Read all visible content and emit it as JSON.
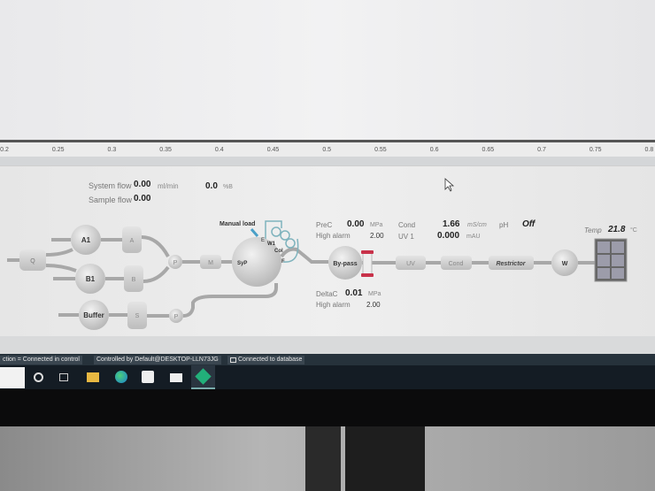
{
  "axis": {
    "ticks": [
      "0.2",
      "0.25",
      "0.3",
      "0.35",
      "0.4",
      "0.45",
      "0.5",
      "0.55",
      "0.6",
      "0.65",
      "0.7",
      "0.75",
      "0.8"
    ]
  },
  "flow": {
    "system_label": "System flow",
    "system_value": "0.00",
    "system_unit": "ml/min",
    "percent_b_value": "0.0",
    "percent_b_unit": "%B",
    "sample_label": "Sample flow",
    "sample_value": "0.00"
  },
  "diagram": {
    "q": "Q",
    "a1": "A1",
    "a": "A",
    "b1": "B1",
    "b": "B",
    "buffer": "Buffer",
    "s": "S",
    "p1": "P",
    "p2": "P",
    "m": "M",
    "syp": "SyP",
    "manual_load": "Manual load",
    "e": "E",
    "w1": "W1",
    "col": "Col",
    "f": "F",
    "bypass": "By-pass",
    "uv": "UV",
    "cond": "Cond",
    "restrictor": "Restrictor",
    "w": "W"
  },
  "readings": {
    "prec_label": "PreC",
    "prec_value": "0.00",
    "prec_unit": "MPa",
    "prec_alarm_label": "High alarm",
    "prec_alarm_value": "2.00",
    "cond_label": "Cond",
    "cond_value": "1.66",
    "cond_unit": "mS/cm",
    "ph_label": "pH",
    "ph_value": "Off",
    "uv_label": "UV 1",
    "uv_value": "0.000",
    "uv_unit": "mAU",
    "temp_label": "Temp",
    "temp_value": "21.8",
    "temp_unit": "°C",
    "deltac_label": "DeltaC",
    "deltac_value": "0.01",
    "deltac_unit": "MPa",
    "deltac_alarm_label": "High alarm",
    "deltac_alarm_value": "2.00"
  },
  "status": {
    "connection": "ction = Connected in control",
    "controlled_by": "Controlled by Default@DESKTOP-LLN73JG",
    "database": "Connected to database"
  },
  "taskbar": {
    "icons": [
      "cortana-icon",
      "task-view-icon",
      "file-explorer-icon",
      "edge-icon",
      "store-icon",
      "mail-icon",
      "unicorn-app-icon"
    ]
  }
}
